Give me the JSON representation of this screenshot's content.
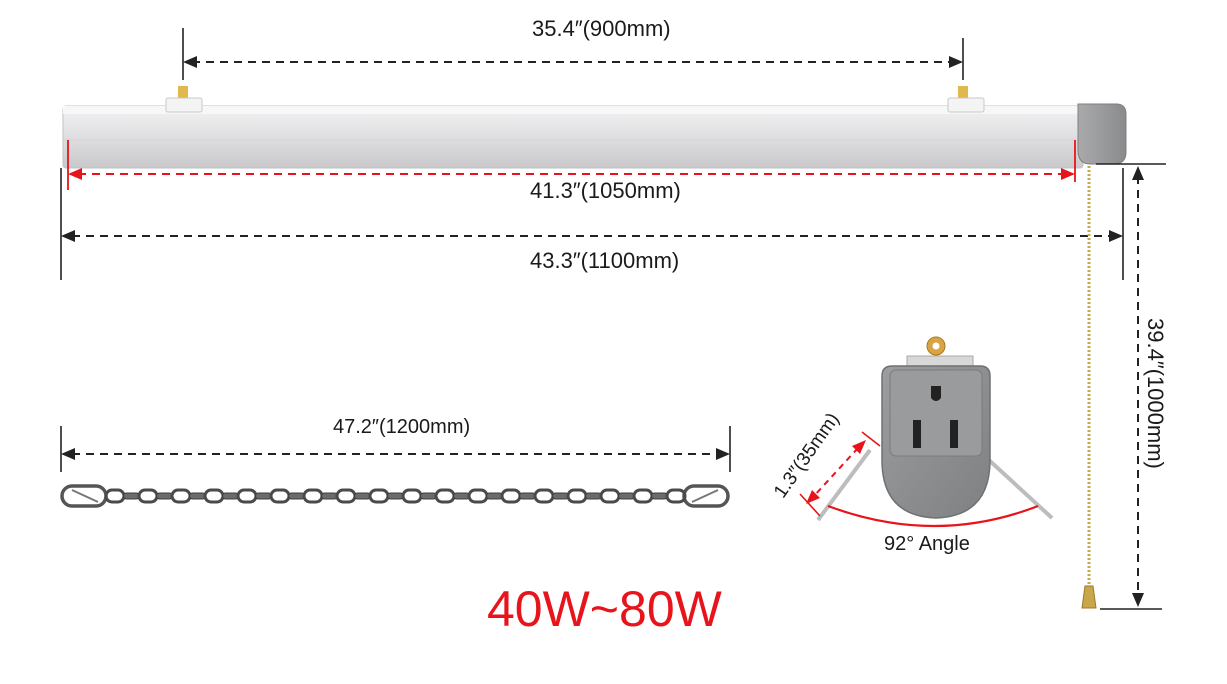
{
  "dimensions": {
    "hanger_spacing": "35.4″(900mm)",
    "tube_length": "41.3″(1050mm)",
    "overall_length": "43.3″(1100mm)",
    "chain_length": "47.2″(1200mm)",
    "pull_chain_length": "39.4″(1000mm)",
    "plug_depth": "1.3″(35mm)",
    "angle": "92° Angle"
  },
  "power_range": "40W~80W",
  "colors": {
    "fixture": "#e4e4e6",
    "end_cap": "#9a9b9d",
    "plug_body": "#8f9092",
    "accent_red": "#e8141b",
    "dim_line": "#222222",
    "pull_chain": "#c9a64a"
  }
}
